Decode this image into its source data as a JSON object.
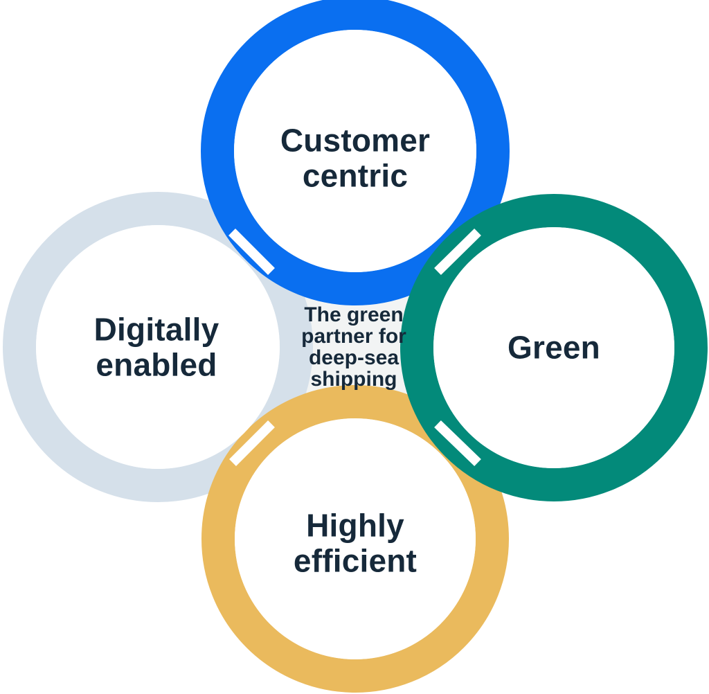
{
  "diagram": {
    "center_text": "The green\npartner for\ndeep-sea\nshipping",
    "center_fill": "#f2f4f4",
    "text_color": "#16293a",
    "pillars": [
      {
        "id": "customer-centric",
        "label": "Customer\ncentric",
        "color": "#0a6ff0"
      },
      {
        "id": "green",
        "label": "Green",
        "color": "#038a7a"
      },
      {
        "id": "highly-efficient",
        "label": "Highly\nefficient",
        "color": "#eaba5d"
      },
      {
        "id": "digitally-enabled",
        "label": "Digitally\nenabled",
        "color": "#d5e0ea"
      }
    ]
  }
}
